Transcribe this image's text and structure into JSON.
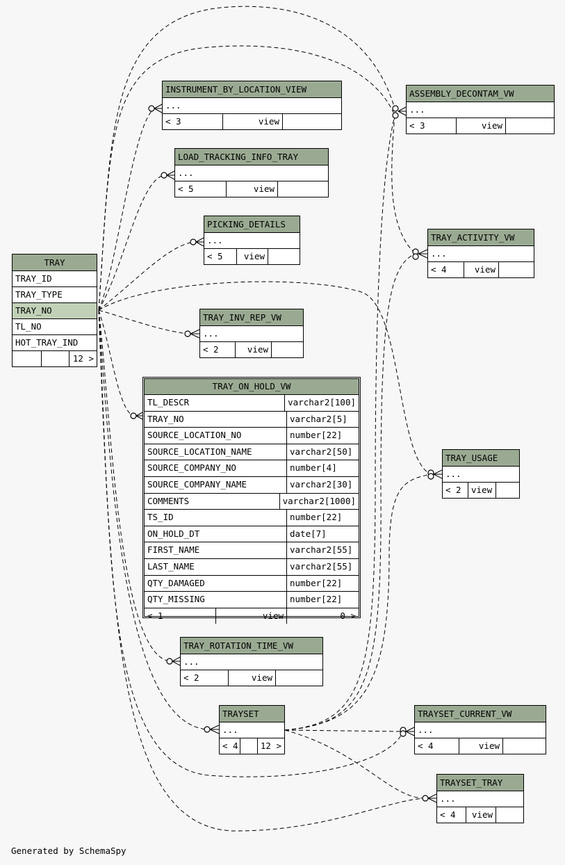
{
  "tray": {
    "title": "TRAY",
    "columns": [
      "TRAY_ID",
      "TRAY_TYPE",
      "TRAY_NO",
      "TL_NO",
      "HOT_TRAY_IND"
    ],
    "foot": [
      "",
      "",
      "12 >"
    ]
  },
  "views": {
    "instrument": {
      "title": "INSTRUMENT_BY_LOCATION_VIEW",
      "body": "...",
      "foot": [
        "< 3",
        "view",
        ""
      ]
    },
    "load_tracking": {
      "title": "LOAD_TRACKING_INFO_TRAY",
      "body": "...",
      "foot": [
        "< 5",
        "view",
        ""
      ]
    },
    "picking": {
      "title": "PICKING_DETAILS",
      "body": "...",
      "foot": [
        "< 5",
        "view",
        ""
      ]
    },
    "tray_inv": {
      "title": "TRAY_INV_REP_VW",
      "body": "...",
      "foot": [
        "< 2",
        "view",
        ""
      ]
    },
    "rotation": {
      "title": "TRAY_ROTATION_TIME_VW",
      "body": "...",
      "foot": [
        "< 2",
        "view",
        ""
      ]
    },
    "assembly": {
      "title": "ASSEMBLY_DECONTAM_VW",
      "body": "...",
      "foot": [
        "< 3",
        "view",
        ""
      ]
    },
    "activity": {
      "title": "TRAY_ACTIVITY_VW",
      "body": "...",
      "foot": [
        "< 4",
        "view",
        ""
      ]
    },
    "usage": {
      "title": "TRAY_USAGE",
      "body": "...",
      "foot": [
        "< 2",
        "view",
        ""
      ]
    },
    "trayset_current": {
      "title": "TRAYSET_CURRENT_VW",
      "body": "...",
      "foot": [
        "< 4",
        "view",
        ""
      ]
    },
    "trayset_tray": {
      "title": "TRAYSET_TRAY",
      "body": "...",
      "foot": [
        "< 4",
        "view",
        ""
      ]
    }
  },
  "trayset": {
    "title": "TRAYSET",
    "body": "...",
    "foot": [
      "< 4",
      "",
      "12 >"
    ]
  },
  "on_hold": {
    "title": "TRAY_ON_HOLD_VW",
    "columns": [
      {
        "name": "TL_DESCR",
        "type": "varchar2[100]"
      },
      {
        "name": "TRAY_NO",
        "type": "varchar2[5]"
      },
      {
        "name": "SOURCE_LOCATION_NO",
        "type": "number[22]"
      },
      {
        "name": "SOURCE_LOCATION_NAME",
        "type": "varchar2[50]"
      },
      {
        "name": "SOURCE_COMPANY_NO",
        "type": "number[4]"
      },
      {
        "name": "SOURCE_COMPANY_NAME",
        "type": "varchar2[30]"
      },
      {
        "name": "COMMENTS",
        "type": "varchar2[1000]"
      },
      {
        "name": "TS_ID",
        "type": "number[22]"
      },
      {
        "name": "ON_HOLD_DT",
        "type": "date[7]"
      },
      {
        "name": "FIRST_NAME",
        "type": "varchar2[55]"
      },
      {
        "name": "LAST_NAME",
        "type": "varchar2[55]"
      },
      {
        "name": "QTY_DAMAGED",
        "type": "number[22]"
      },
      {
        "name": "QTY_MISSING",
        "type": "number[22]"
      }
    ],
    "foot": [
      "< 1",
      "view",
      "0 >"
    ]
  },
  "footer": "Generated by SchemaSpy",
  "colors": {
    "header": "#9aaa92",
    "highlight": "#c1d1b7",
    "background": "#f7f7f7"
  }
}
